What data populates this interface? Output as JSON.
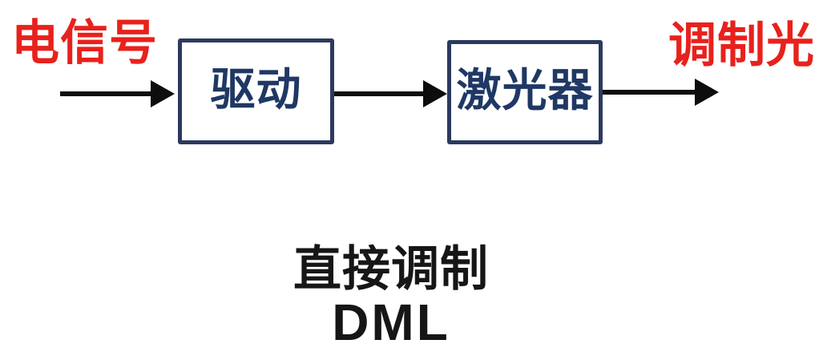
{
  "diagram": {
    "kind": "block-diagram",
    "subject": "直接调制 DML"
  },
  "labels": {
    "input": "电信号",
    "output": "调制光"
  },
  "blocks": [
    {
      "label": "驱动"
    },
    {
      "label": "激光器"
    }
  ],
  "connectors": [
    {
      "from": "input-signal",
      "to": "driver-block",
      "direction": "right"
    },
    {
      "from": "driver-block",
      "to": "laser-block",
      "direction": "right"
    },
    {
      "from": "laser-block",
      "to": "output-signal",
      "direction": "right"
    }
  ],
  "caption": {
    "line1": "直接调制",
    "line2": "DML"
  },
  "colors": {
    "signal_label_red": "#e8211c",
    "block_border_navy": "#2b3a5e",
    "block_text_navy": "#1f3864",
    "arrow_black": "#0d0d0d",
    "caption_black": "#161616",
    "background": "#ffffff"
  }
}
